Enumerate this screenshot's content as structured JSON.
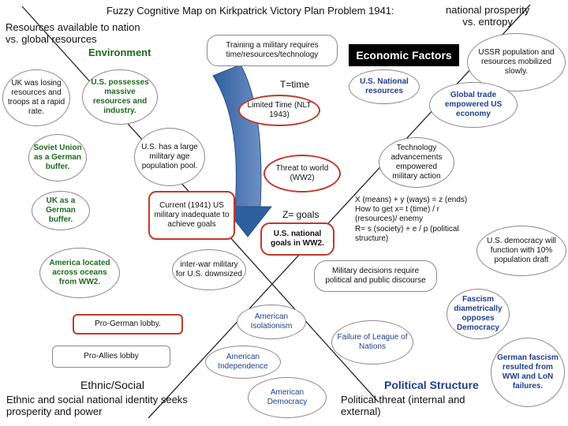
{
  "title": "Fuzzy Cognitive Map on Kirkpatrick Victory Plan Problem 1941:",
  "top_right_title": [
    "national prosperity",
    "vs. entropy"
  ],
  "environment": {
    "label_lines": [
      "Resources available to nation",
      "vs. global resources"
    ],
    "heading": "Environment"
  },
  "economic": {
    "heading": "Economic Factors",
    "t_eq": "T=time"
  },
  "ethnic": {
    "heading": "Ethnic/Social",
    "desc_lines": [
      "Ethnic and social national identity seeks",
      "prosperity and power"
    ]
  },
  "political": {
    "heading": "Political Structure",
    "desc_lines": [
      "Political threat (internal and",
      "external)"
    ]
  },
  "z_goals": "Z= goals",
  "formula_lines": [
    "X (means) + y (ways) = z (ends)",
    "How to get x= t (time) / r",
    "(resources)/ enemy",
    "R= s (society) + e / p (political",
    "structure)"
  ],
  "nodes": {
    "uk_losing": "UK was losing resources and troops at a rapid rate.",
    "us_massive": "U.S. possesses massive resources and industry.",
    "training": "Training a military requires time/resources/technology",
    "ussr": "USSR population and resources mobilized slowly.",
    "us_national_resources": "U.S. National resources",
    "limited_time": "Limited Time (NLT 1943)",
    "global_trade": "Global trade empowered US economy",
    "soviet_buffer": "Soviet Union as a German buffer.",
    "us_large_military": "U.S. has a large military age population pool.",
    "threat_world": "Threat to world (WW2)",
    "technology": "Technology advancements empowered military action",
    "uk_buffer": "UK as a German buffer.",
    "current_military": "Current (1941) US military inadequate to achieve goals",
    "us_goals": "U.S. national goals in WW2.",
    "us_democracy_function": "U.S. democracy will function with 10% population draft",
    "america_oceans": "America located across oceans from WW2.",
    "interwar": "inter-war military for U.S. downsized",
    "military_decisions": "Military decisions require political and public discourse",
    "fascism": "Fascism diametrically opposes Democracy",
    "pro_german": "Pro-German lobby.",
    "american_isolationism": "American Isolationism",
    "league": "Failure of League of Nations",
    "pro_allies": "Pro-Allies lobby",
    "american_independence": "American Independence",
    "german_fascism": "German fascism resulted from WWI and LoN failures.",
    "american_democracy": "American Democracy"
  }
}
